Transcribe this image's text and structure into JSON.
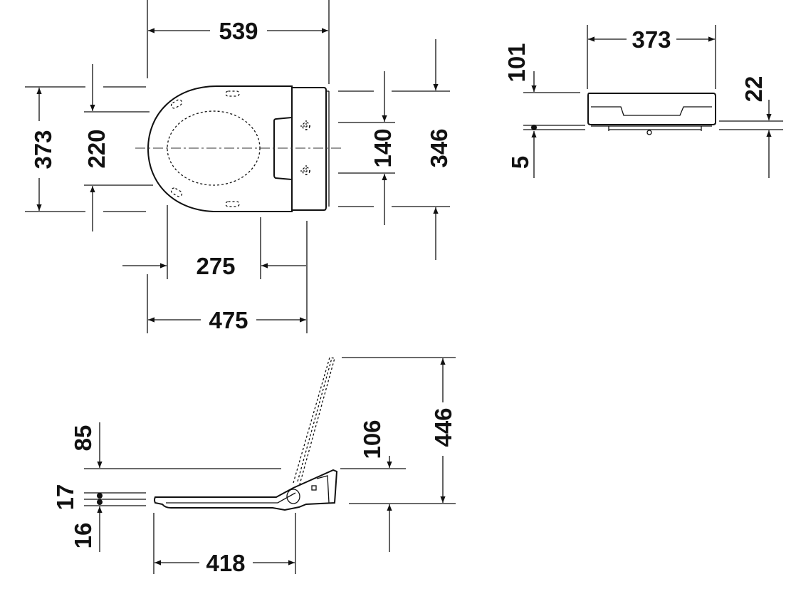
{
  "top_view": {
    "overall_length": "539",
    "overall_width": "373",
    "inner_width": "220",
    "hinge_spacing": "140",
    "back_width": "346",
    "front_to_hinge": "275",
    "total_length": "475"
  },
  "front_view": {
    "width": "373",
    "height_total": "101",
    "height_body": "22",
    "base_offset": "5"
  },
  "side_view": {
    "lid_open_height": "446",
    "hinge_height": "106",
    "seat_top": "85",
    "seat_thickness": "17",
    "seat_bottom": "16",
    "hinge_distance": "418"
  }
}
